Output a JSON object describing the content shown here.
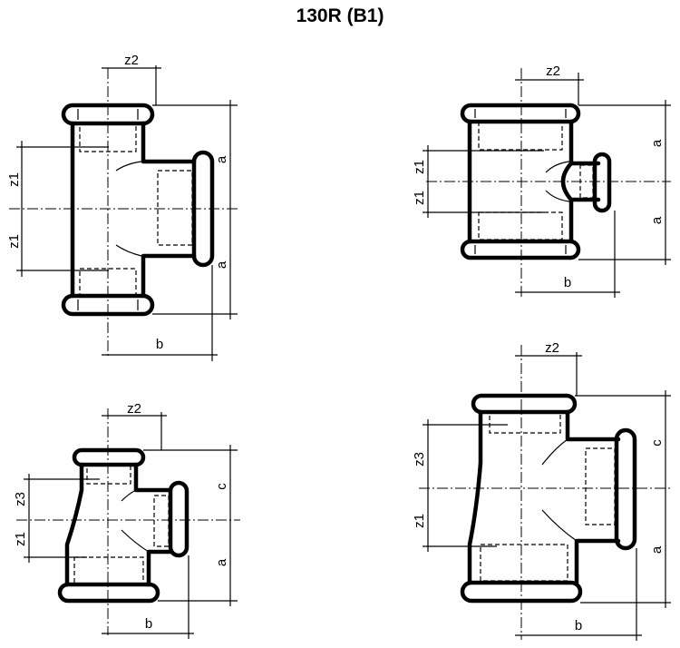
{
  "title": "130R (B1)",
  "figures": {
    "fig1": {
      "z2": "z2",
      "z1_top": "z1",
      "z1_bottom": "z1",
      "a_top": "a",
      "a_bottom": "a",
      "b": "b"
    },
    "fig2": {
      "z2": "z2",
      "z1_top": "z1",
      "z1_bottom": "z1",
      "a_top": "a",
      "a_bottom": "a",
      "b": "b"
    },
    "fig3": {
      "z2": "z2",
      "z3": "z3",
      "z1": "z1",
      "c": "c",
      "a": "a",
      "b": "b"
    },
    "fig4": {
      "z2": "z2",
      "z3": "z3",
      "z1": "z1",
      "c": "c",
      "a": "a",
      "b": "b"
    }
  }
}
